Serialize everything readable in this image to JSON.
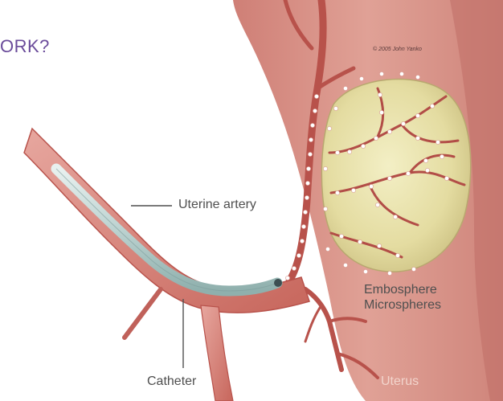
{
  "header": {
    "title": "ORK?"
  },
  "credit": "© 2005 John Yanko",
  "labels": {
    "uterine_artery": "Uterine artery",
    "embosphere_line1": "Embosphere",
    "embosphere_line2": "Microspheres",
    "catheter": "Catheter",
    "uterus": "Uterus"
  },
  "colors": {
    "title": "#6a4b9a",
    "label_text": "#4f4f4f",
    "uterus_tissue": "#d9938a",
    "artery": "#c9675c",
    "fibroid": "#ece7b4",
    "catheter": "#cfe0df"
  }
}
